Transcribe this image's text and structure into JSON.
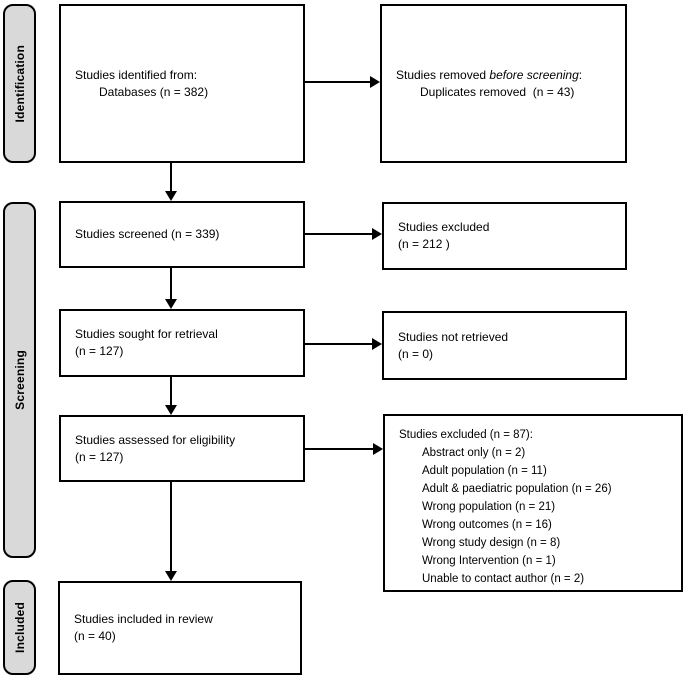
{
  "stages": {
    "identification": "Identification",
    "screening": "Screening",
    "included": "Included"
  },
  "boxes": {
    "identified": {
      "line1": "Studies identified from:",
      "line2": "Databases (n = 382)"
    },
    "removed_before_screening": {
      "prefix": "Studies removed ",
      "italic": "before screening",
      "suffix": ":",
      "line2": "Duplicates removed  (n = 43)"
    },
    "screened": {
      "line1": "Studies screened (n = 339)"
    },
    "excluded_screening": {
      "line1": "Studies excluded",
      "line2": "(n = 212 )"
    },
    "sought": {
      "line1": "Studies sought for retrieval",
      "line2": "(n = 127)"
    },
    "not_retrieved": {
      "line1": "Studies not retrieved",
      "line2": "(n = 0)"
    },
    "assessed": {
      "line1": "Studies assessed for eligibility",
      "line2": "(n = 127)"
    },
    "excluded_eligibility": {
      "heading": "Studies excluded (n = 87):",
      "items": [
        "Abstract only (n = 2)",
        "Adult population (n = 11)",
        "Adult & paediatric population (n = 26)",
        "Wrong population (n = 21)",
        "Wrong outcomes (n = 16)",
        "Wrong study design (n = 8)",
        "Wrong Intervention (n = 1)",
        "Unable to contact author (n = 2)"
      ]
    },
    "included_review": {
      "line1": "Studies included in review",
      "line2": "(n = 40)"
    }
  },
  "colors": {
    "box_border": "#000000",
    "box_fill": "#ffffff",
    "stage_label_fill": "#d9d9d9",
    "stage_label_border": "#000000",
    "text": "#000000"
  }
}
